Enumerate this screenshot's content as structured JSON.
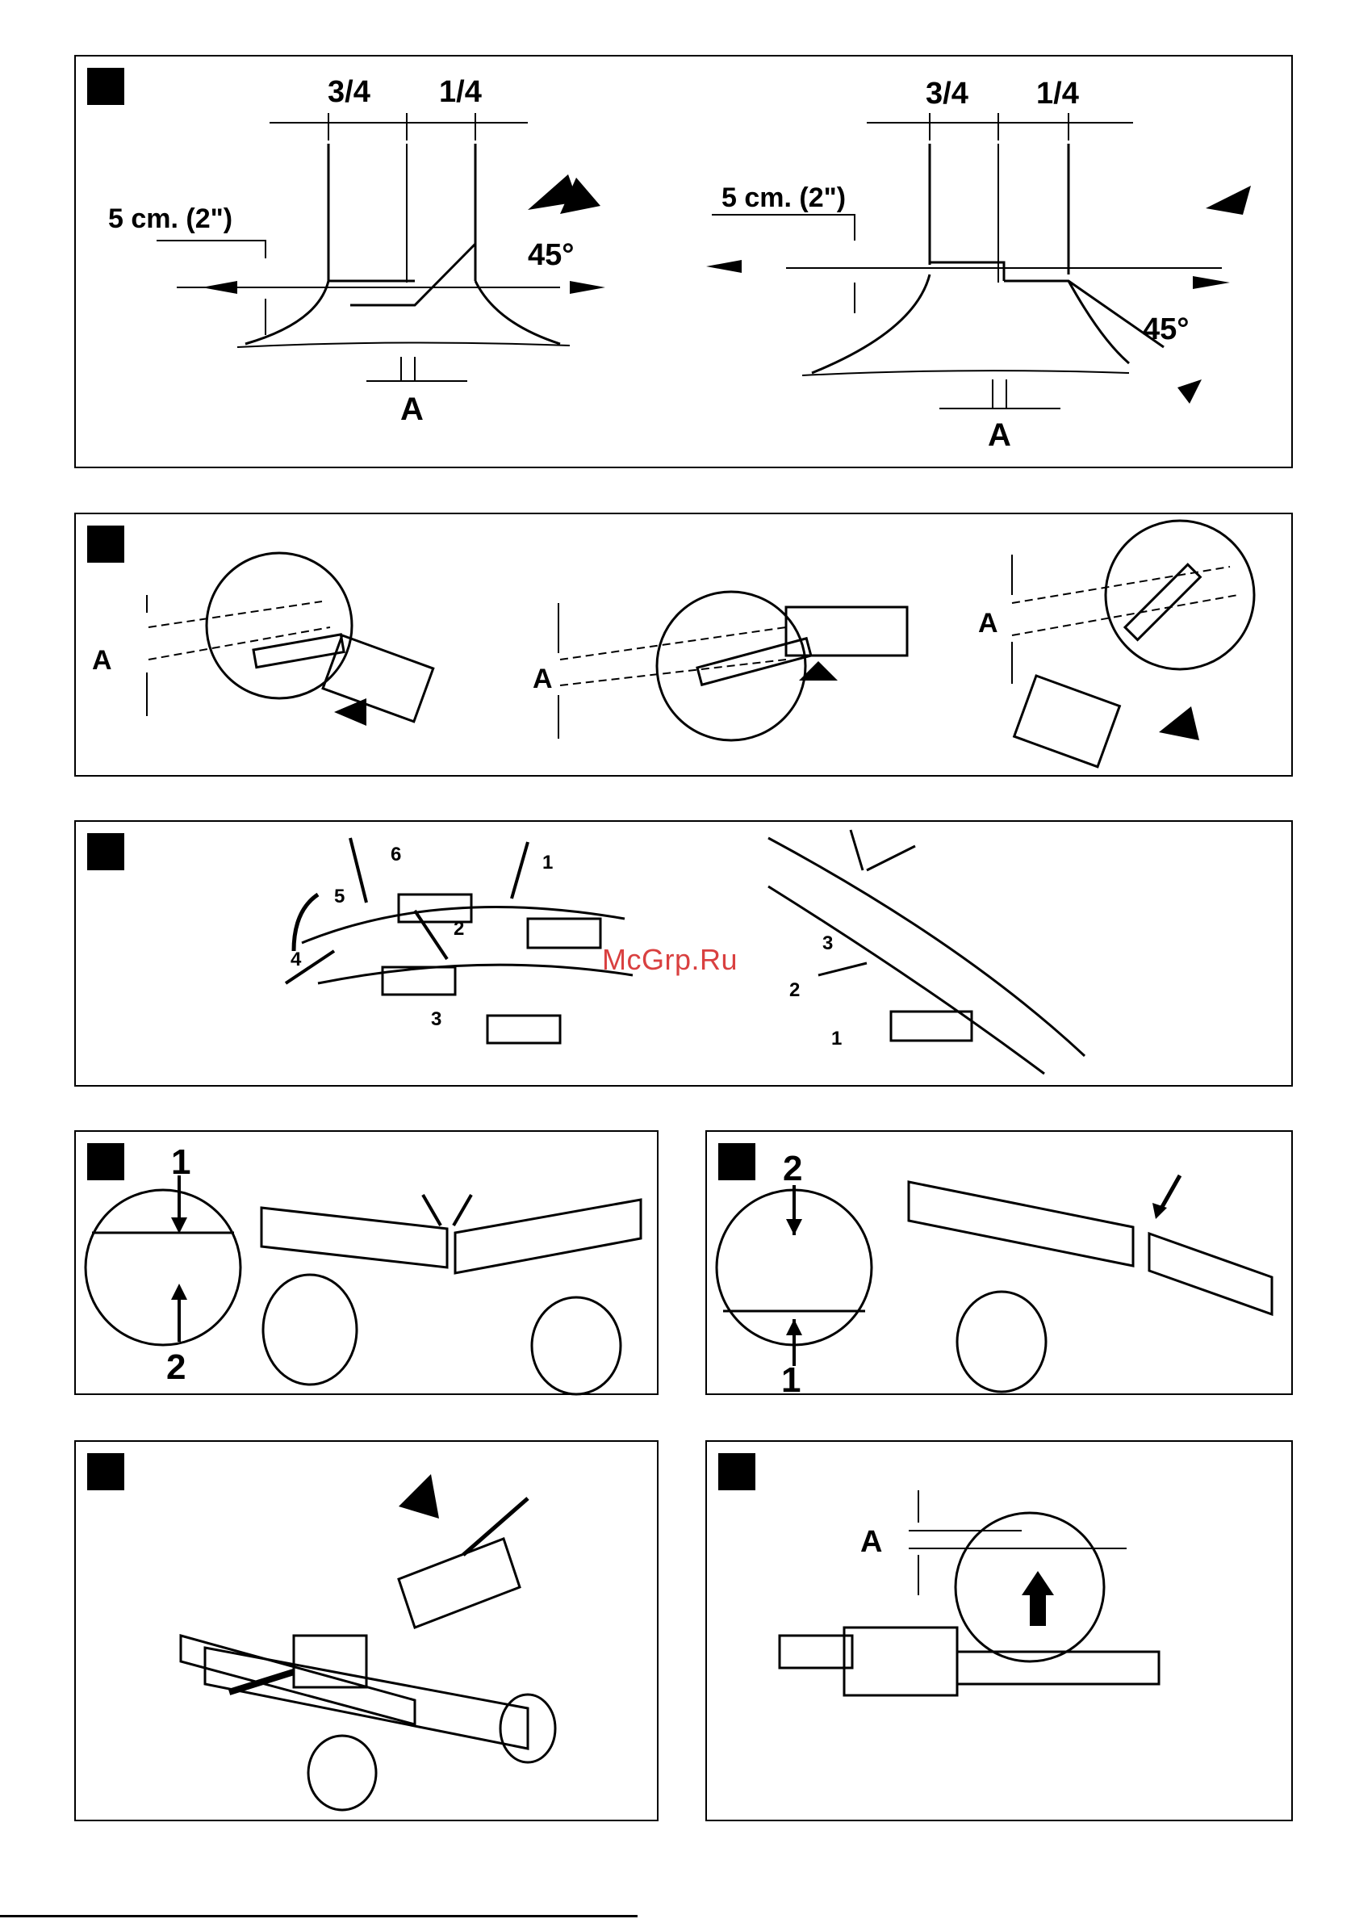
{
  "watermark": "McGrp.Ru",
  "felling_left": {
    "frac_left": "3/4",
    "frac_right": "1/4",
    "height_label": "5 cm. (2\")",
    "angle_label": "45°",
    "hinge_label": "A"
  },
  "felling_right": {
    "frac_left": "3/4",
    "frac_right": "1/4",
    "height_label": "5 cm. (2\")",
    "angle_label": "45°",
    "hinge_label": "A"
  },
  "bucking": {
    "a1": "A",
    "a2": "A",
    "a3": "A"
  },
  "limbing": {
    "left_numbers": [
      "1",
      "2",
      "3",
      "4",
      "5",
      "6"
    ],
    "right_numbers": [
      "3",
      "2",
      "1"
    ]
  },
  "support_ends": {
    "top": "1",
    "bottom": "2"
  },
  "support_middle": {
    "top": "2",
    "bottom": "1"
  },
  "underside_cut": {
    "a": "A"
  }
}
